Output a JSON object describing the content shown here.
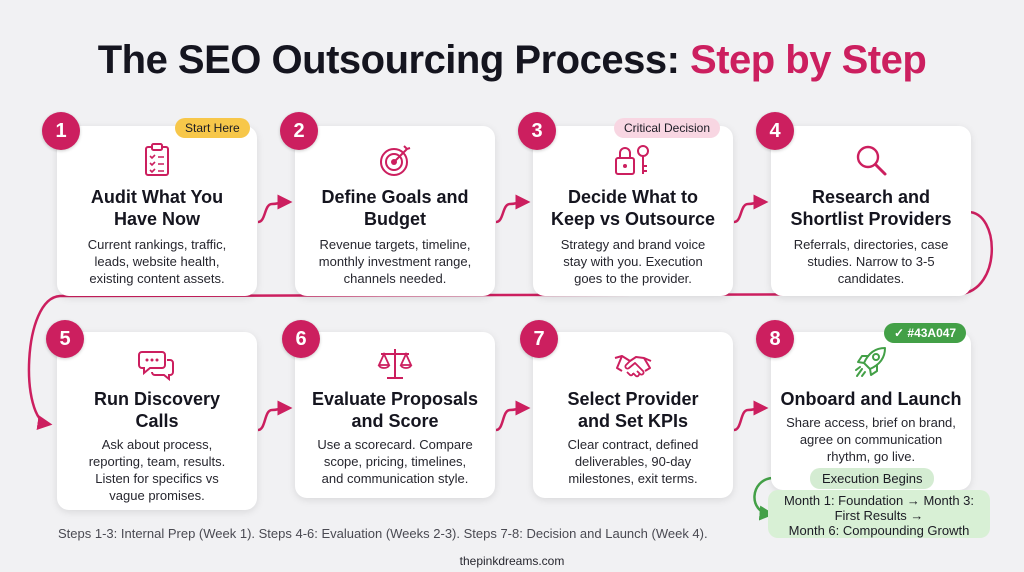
{
  "title": {
    "main": "The SEO Outsourcing Process:",
    "accent": "Step by Step"
  },
  "steps": [
    {
      "num": "1",
      "title_l1": "Audit What You",
      "title_l2": "Have Now",
      "desc_l1": "Current rankings, traffic,",
      "desc_l2": "leads, website health,",
      "desc_l3": "existing content assets.",
      "desc_l4": "",
      "tag": "Start Here",
      "icon": "clipboard-checklist-icon"
    },
    {
      "num": "2",
      "title_l1": "Define Goals and",
      "title_l2": "Budget",
      "desc_l1": "Revenue targets, timeline,",
      "desc_l2": "monthly investment range,",
      "desc_l3": "channels needed.",
      "desc_l4": "",
      "tag": "",
      "icon": "target-icon"
    },
    {
      "num": "3",
      "title_l1": "Decide What to",
      "title_l2": "Keep vs Outsource",
      "desc_l1": "Strategy and brand voice",
      "desc_l2": "stay with you. Execution",
      "desc_l3": "goes to the provider.",
      "desc_l4": "",
      "tag": "Critical Decision",
      "icon": "lock-key-icon"
    },
    {
      "num": "4",
      "title_l1": "Research and",
      "title_l2": "Shortlist Providers",
      "desc_l1": "Referrals, directories, case",
      "desc_l2": "studies. Narrow to 3-5",
      "desc_l3": "candidates.",
      "desc_l4": "",
      "tag": "",
      "icon": "magnifier-icon"
    },
    {
      "num": "5",
      "title_l1": "Run Discovery",
      "title_l2": "Calls",
      "desc_l1": "Ask about process,",
      "desc_l2": "reporting, team, results.",
      "desc_l3": "Listen for specifics vs",
      "desc_l4": "vague promises.",
      "tag": "",
      "icon": "chat-bubbles-icon"
    },
    {
      "num": "6",
      "title_l1": "Evaluate Proposals",
      "title_l2": "and Score",
      "desc_l1": "Use a scorecard. Compare",
      "desc_l2": "scope, pricing, timelines,",
      "desc_l3": "and communication style.",
      "desc_l4": "",
      "tag": "",
      "icon": "scales-icon"
    },
    {
      "num": "7",
      "title_l1": "Select Provider",
      "title_l2": "and Set KPIs",
      "desc_l1": "Clear contract, defined",
      "desc_l2": "deliverables, 90-day",
      "desc_l3": "milestones, exit terms.",
      "desc_l4": "",
      "tag": "",
      "icon": "handshake-icon"
    },
    {
      "num": "8",
      "title_l1": "Onboard and Launch",
      "title_l2": "",
      "desc_l1": "Share access, brief on brand,",
      "desc_l2": "agree on communication",
      "desc_l3": "rhythm, go live.",
      "desc_l4": "",
      "tag": "✓ #43A047",
      "icon": "rocket-icon"
    }
  ],
  "execution_tag": "Execution Begins",
  "timeline": {
    "line1": "Month 1: Foundation → Month 3:",
    "line2": "First Results →",
    "line3": "Month 6: Compounding Growth"
  },
  "footer_note": "Steps 1-3: Internal Prep (Week 1). Steps 4-6: Evaluation (Weeks 2-3). Steps 7-8: Decision and Launch (Week 4).",
  "site": "thepinkdreams.com",
  "colors": {
    "accent": "#cc1f5f",
    "green": "#43a047",
    "start_tag": "#f7c74a",
    "critical_tag": "#f8d6e2"
  }
}
